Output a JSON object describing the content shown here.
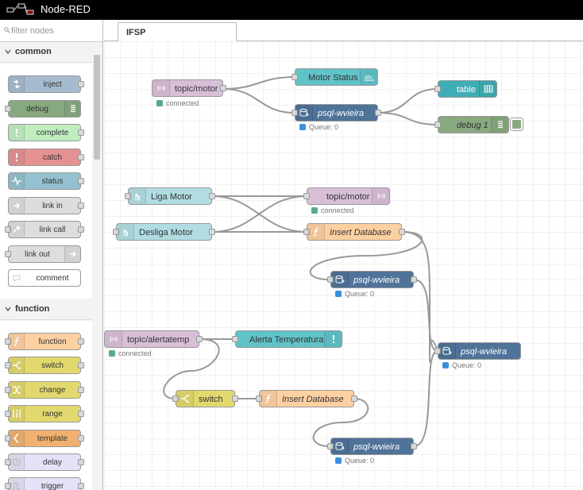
{
  "app": {
    "title": "Node-RED"
  },
  "palette": {
    "filter_placeholder": "filter nodes",
    "categories": [
      {
        "label": "common",
        "nodes": [
          {
            "label": "inject",
            "color": "#a6bbcf",
            "icon": "inject-icon"
          },
          {
            "label": "debug",
            "color": "#87a980",
            "icon": "debug-icon"
          },
          {
            "label": "complete",
            "color": "#c0edc0",
            "icon": "complete-icon"
          },
          {
            "label": "catch",
            "color": "#e49191",
            "icon": "catch-icon"
          },
          {
            "label": "status",
            "color": "#94c1d0",
            "icon": "status-icon"
          },
          {
            "label": "link in",
            "color": "#dddddd",
            "icon": "link-in-icon"
          },
          {
            "label": "link call",
            "color": "#dddddd",
            "icon": "link-call-icon"
          },
          {
            "label": "link out",
            "color": "#dddddd",
            "icon": "link-out-icon"
          },
          {
            "label": "comment",
            "color": "#ffffff",
            "icon": "comment-icon"
          }
        ]
      },
      {
        "label": "function",
        "nodes": [
          {
            "label": "function",
            "color": "#fdd0a2",
            "icon": "function-icon"
          },
          {
            "label": "switch",
            "color": "#e2d96e",
            "icon": "switch-icon"
          },
          {
            "label": "change",
            "color": "#e2d96e",
            "icon": "change-icon"
          },
          {
            "label": "range",
            "color": "#e2d96e",
            "icon": "range-icon"
          },
          {
            "label": "template",
            "color": "#f0b070",
            "icon": "template-icon"
          },
          {
            "label": "delay",
            "color": "#e6e0f8",
            "icon": "delay-icon"
          },
          {
            "label": "trigger",
            "color": "#e6e0f8",
            "icon": "trigger-icon"
          }
        ]
      }
    ]
  },
  "workspace": {
    "tab": "IFSP",
    "flow": {
      "mqtt_in_1": {
        "label": "topic/motor",
        "status": "connected",
        "color": "#d8bfd8"
      },
      "motor_status": {
        "label": "Motor Status",
        "color": "#60c3c8"
      },
      "psql_1": {
        "label": "psql-wvieira",
        "status": "Queue: 0",
        "color": "#4f7399"
      },
      "table": {
        "label": "table",
        "color": "#3fadb5"
      },
      "debug_1": {
        "label": "debug 1",
        "color": "#87a980"
      },
      "liga_motor": {
        "label": "Liga Motor",
        "color": "#b1dde2"
      },
      "desliga_motor": {
        "label": "Desliga Motor",
        "color": "#b1dde2"
      },
      "mqtt_out_1": {
        "label": "topic/motor",
        "status": "connected",
        "color": "#d8bfd8"
      },
      "insert_db_1": {
        "label": "Insert Database",
        "color": "#fdd0a2"
      },
      "psql_2": {
        "label": "psql-wvieira",
        "status": "Queue: 0",
        "color": "#4f7399"
      },
      "psql_3": {
        "label": "psql-wvieira",
        "status": "Queue: 0",
        "color": "#4f7399"
      },
      "mqtt_in_2": {
        "label": "topic/alertatemp",
        "status": "connected",
        "color": "#d8bfd8"
      },
      "alerta": {
        "label": "Alerta Temperatura",
        "color": "#60c3c8"
      },
      "switch": {
        "label": "switch",
        "color": "#e2d96e"
      },
      "insert_db_2": {
        "label": "Insert Database",
        "color": "#fdd0a2"
      },
      "psql_4": {
        "label": "psql-wvieira",
        "status": "Queue: 0",
        "color": "#4f7399"
      }
    },
    "status_colors": {
      "connected": "#5a8",
      "queue": "#3b8fe0"
    }
  }
}
